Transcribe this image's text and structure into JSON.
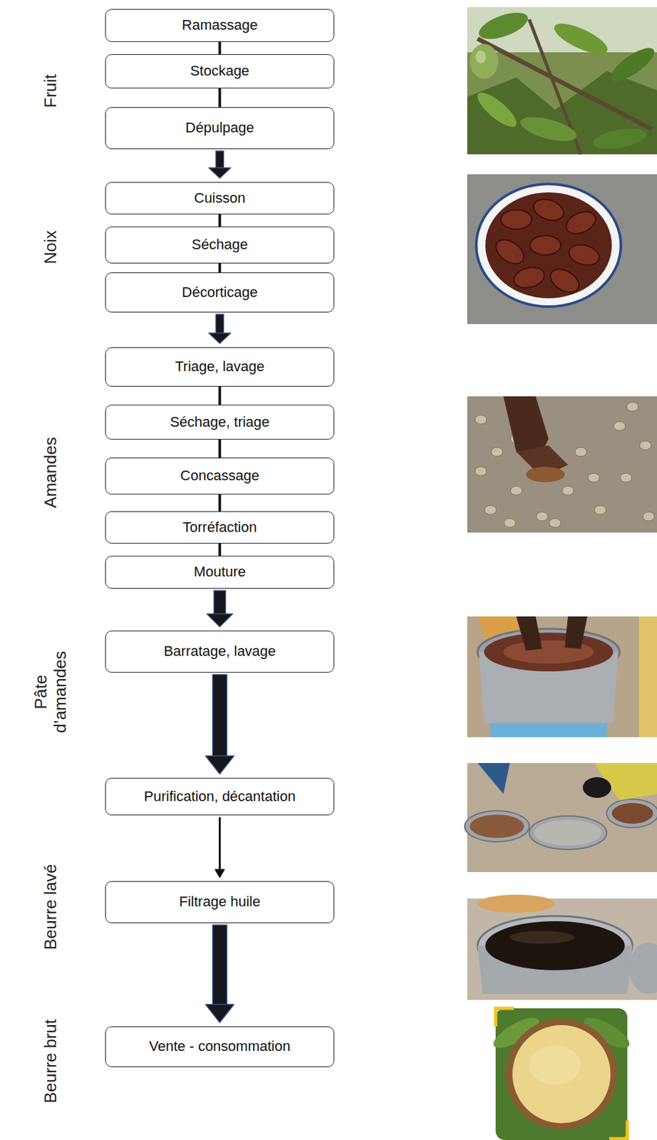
{
  "diagram": {
    "nodes": [
      {
        "text": [
          "Ramassage"
        ]
      },
      {
        "text": [
          "Stockage"
        ]
      },
      {
        "text": [
          "Dépulpage"
        ]
      },
      {
        "text": [
          "Cuisson"
        ]
      },
      {
        "text": [
          "Séchage"
        ]
      },
      {
        "text": [
          "Décorticage"
        ]
      },
      {
        "text": [
          "Triage, lavage"
        ]
      },
      {
        "text": [
          "Séchage, triage"
        ]
      },
      {
        "text": [
          "Concassage"
        ]
      },
      {
        "text": [
          "Torréfaction"
        ]
      },
      {
        "text": [
          "Mouture"
        ]
      },
      {
        "text": [
          "Barratage, lavage"
        ]
      },
      {
        "text": [
          "Purification, décantation"
        ]
      },
      {
        "text": [
          "Filtrage huile"
        ]
      },
      {
        "text": [
          "Vente - consommation"
        ]
      }
    ],
    "edges": [
      {
        "from": 0,
        "to": 1,
        "arrow": "none"
      },
      {
        "from": 1,
        "to": 2,
        "arrow": "none"
      },
      {
        "from": 2,
        "to": 3,
        "arrow": "to"
      },
      {
        "from": 3,
        "to": 4,
        "arrow": "none"
      },
      {
        "from": 4,
        "to": 5,
        "arrow": "none"
      },
      {
        "from": 5,
        "to": 6,
        "arrow": "to"
      },
      {
        "from": 6,
        "to": 7,
        "arrow": "none"
      },
      {
        "from": 7,
        "to": 8,
        "arrow": "none"
      },
      {
        "from": 8,
        "to": 9,
        "arrow": "none"
      },
      {
        "from": 9,
        "to": 10,
        "arrow": "none"
      },
      {
        "from": 10,
        "to": 11,
        "arrow": "to"
      },
      {
        "from": 11,
        "to": 12,
        "arrow": "to"
      },
      {
        "from": 12,
        "to": 13,
        "arrow": "to"
      },
      {
        "from": 13,
        "to": 14,
        "arrow": "to"
      }
    ],
    "labels": [
      "Fruit",
      "Noix",
      "Amandes",
      "Pâte d’amandes",
      "Beurre lavé",
      "Beurre brut"
    ]
  }
}
